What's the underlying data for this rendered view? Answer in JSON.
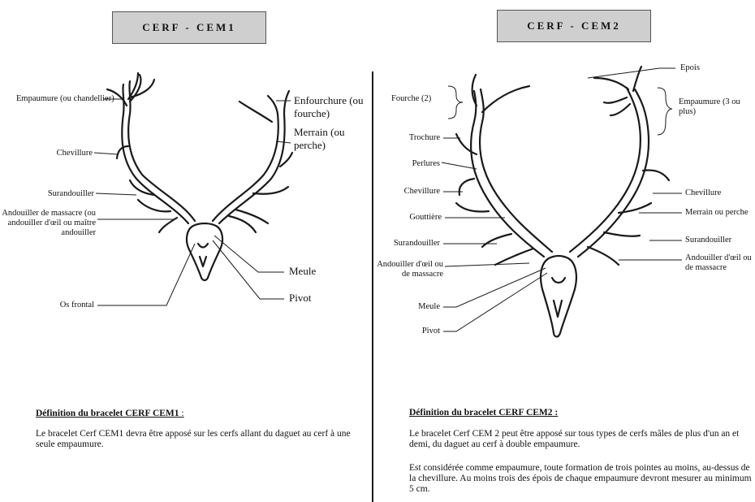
{
  "panel1": {
    "title": "CERF - CEM1",
    "labels": {
      "empaumure": "Empaumure (ou chandellier)",
      "chevillure": "Chevillure",
      "surandouiller": "Surandouiller",
      "andouiller": "Andouiller de massacre (ou andouiller d'œil ou maître andouiller",
      "os_frontal": "Os frontal",
      "enfourchure": "Enfourchure (ou fourche)",
      "merrain": "Merrain (ou perche)",
      "meule": "Meule",
      "pivot": "Pivot"
    },
    "definition_title": "Définition du bracelet CERF CEM1",
    "definition_colon": ":",
    "definition_text": "Le bracelet Cerf CEM1 devra être apposé sur les cerfs allant du daguet au cerf à une seule empaumure."
  },
  "panel2": {
    "title": "CERF - CEM2",
    "labels": {
      "fourche": "Fourche (2)",
      "trochure": "Trochure",
      "perlures": "Perlures",
      "chevillure_l": "Chevillure",
      "gouttiere": "Gouttière",
      "surandouiller_l": "Surandouiller",
      "andouiller_l": "Andouiller d'œil ou de massacre",
      "meule": "Meule",
      "pivot": "Pivot",
      "epois": "Epois",
      "empaumure": "Empaumure (3 ou plus)",
      "chevillure_r": "Chevillure",
      "merrain": "Merrain ou perche",
      "surandouiller_r": "Surandouiller",
      "andouiller_r": "Andouiller d'œil ou de massacre"
    },
    "definition_title": "Définition du bracelet CERF CEM2 :",
    "definition_p1": "Le bracelet Cerf CEM 2 peut être apposé sur tous types de cerfs mâles de plus d'un an et demi, du daguet au cerf à double empaumure.",
    "definition_p2": "Est considérée comme empaumure, toute formation de trois pointes au moins, au-dessus de la chevillure. Au moins trois des épois de chaque empaumure devront mesurer au minimum 5 cm."
  }
}
